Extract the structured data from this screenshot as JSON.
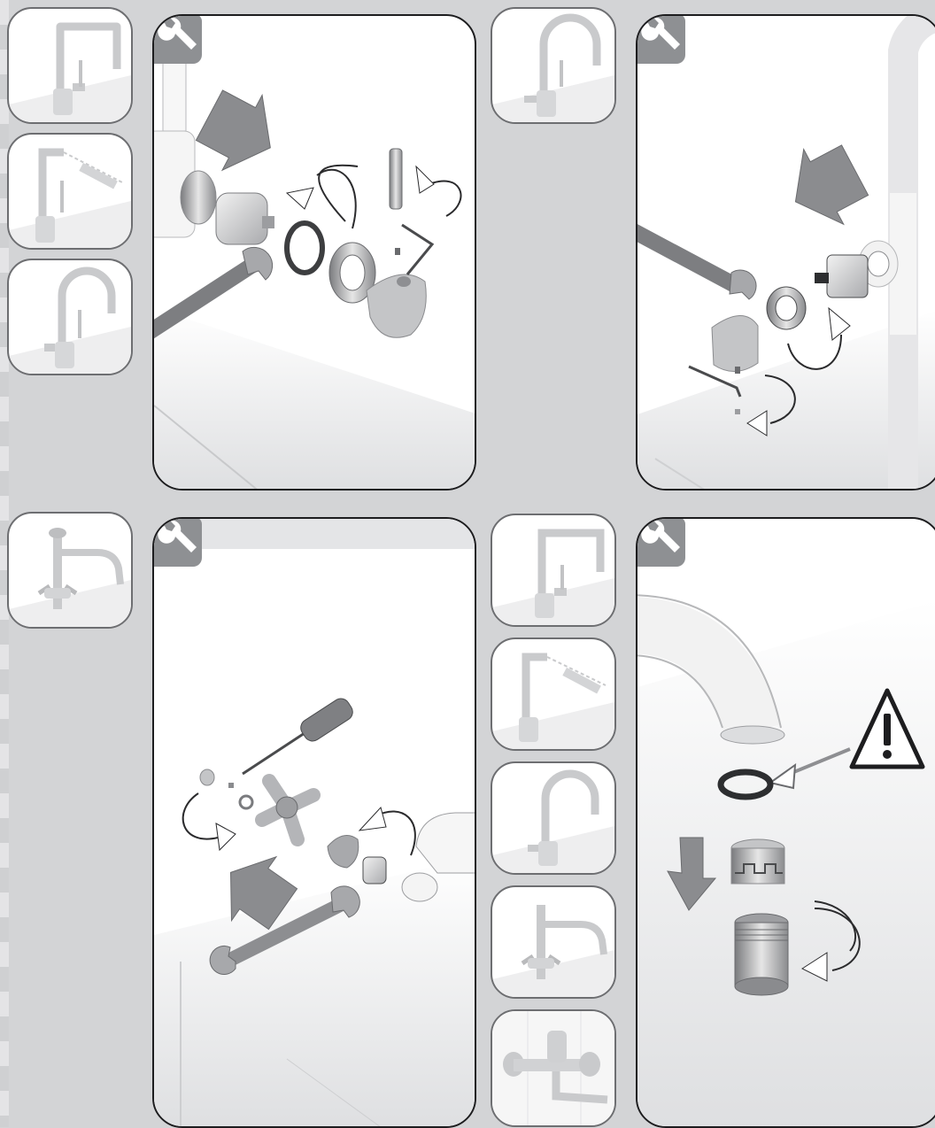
{
  "page": {
    "background": "#d3d4d6",
    "panel_border": "#1d1d1f",
    "thumb_border": "#6d6e71",
    "badge_color": "#8e9093"
  },
  "sections": [
    {
      "id": "cartridge-replacement",
      "thumbnails": [
        {
          "icon": "square-spout-mixer-icon"
        },
        {
          "icon": "pull-out-square-spout-mixer-icon"
        },
        {
          "icon": "curved-spout-mixer-icon"
        }
      ],
      "panel_icon": "wrench-icon",
      "arrow_directions": [
        "down-right"
      ]
    },
    {
      "id": "cartridge-replacement-side-lever",
      "thumbnails": [
        {
          "icon": "curved-spout-side-lever-mixer-icon"
        }
      ],
      "panel_icon": "wrench-icon",
      "arrow_directions": [
        "down-left"
      ]
    },
    {
      "id": "cross-handle-valve-replacement",
      "thumbnails": [
        {
          "icon": "traditional-cross-handle-mixer-icon"
        }
      ],
      "panel_icon": "wrench-icon",
      "arrow_directions": [
        "up-left"
      ]
    },
    {
      "id": "aerator-cleaning",
      "thumbnails": [
        {
          "icon": "square-spout-mixer-icon"
        },
        {
          "icon": "pull-out-square-spout-mixer-icon"
        },
        {
          "icon": "curved-spout-mixer-icon"
        },
        {
          "icon": "traditional-cross-handle-mixer-icon"
        },
        {
          "icon": "wall-mounted-mixer-icon"
        }
      ],
      "panel_icon": "wrench-icon",
      "warning_icon": "warning-triangle-icon",
      "arrow_directions": [
        "down"
      ]
    }
  ]
}
